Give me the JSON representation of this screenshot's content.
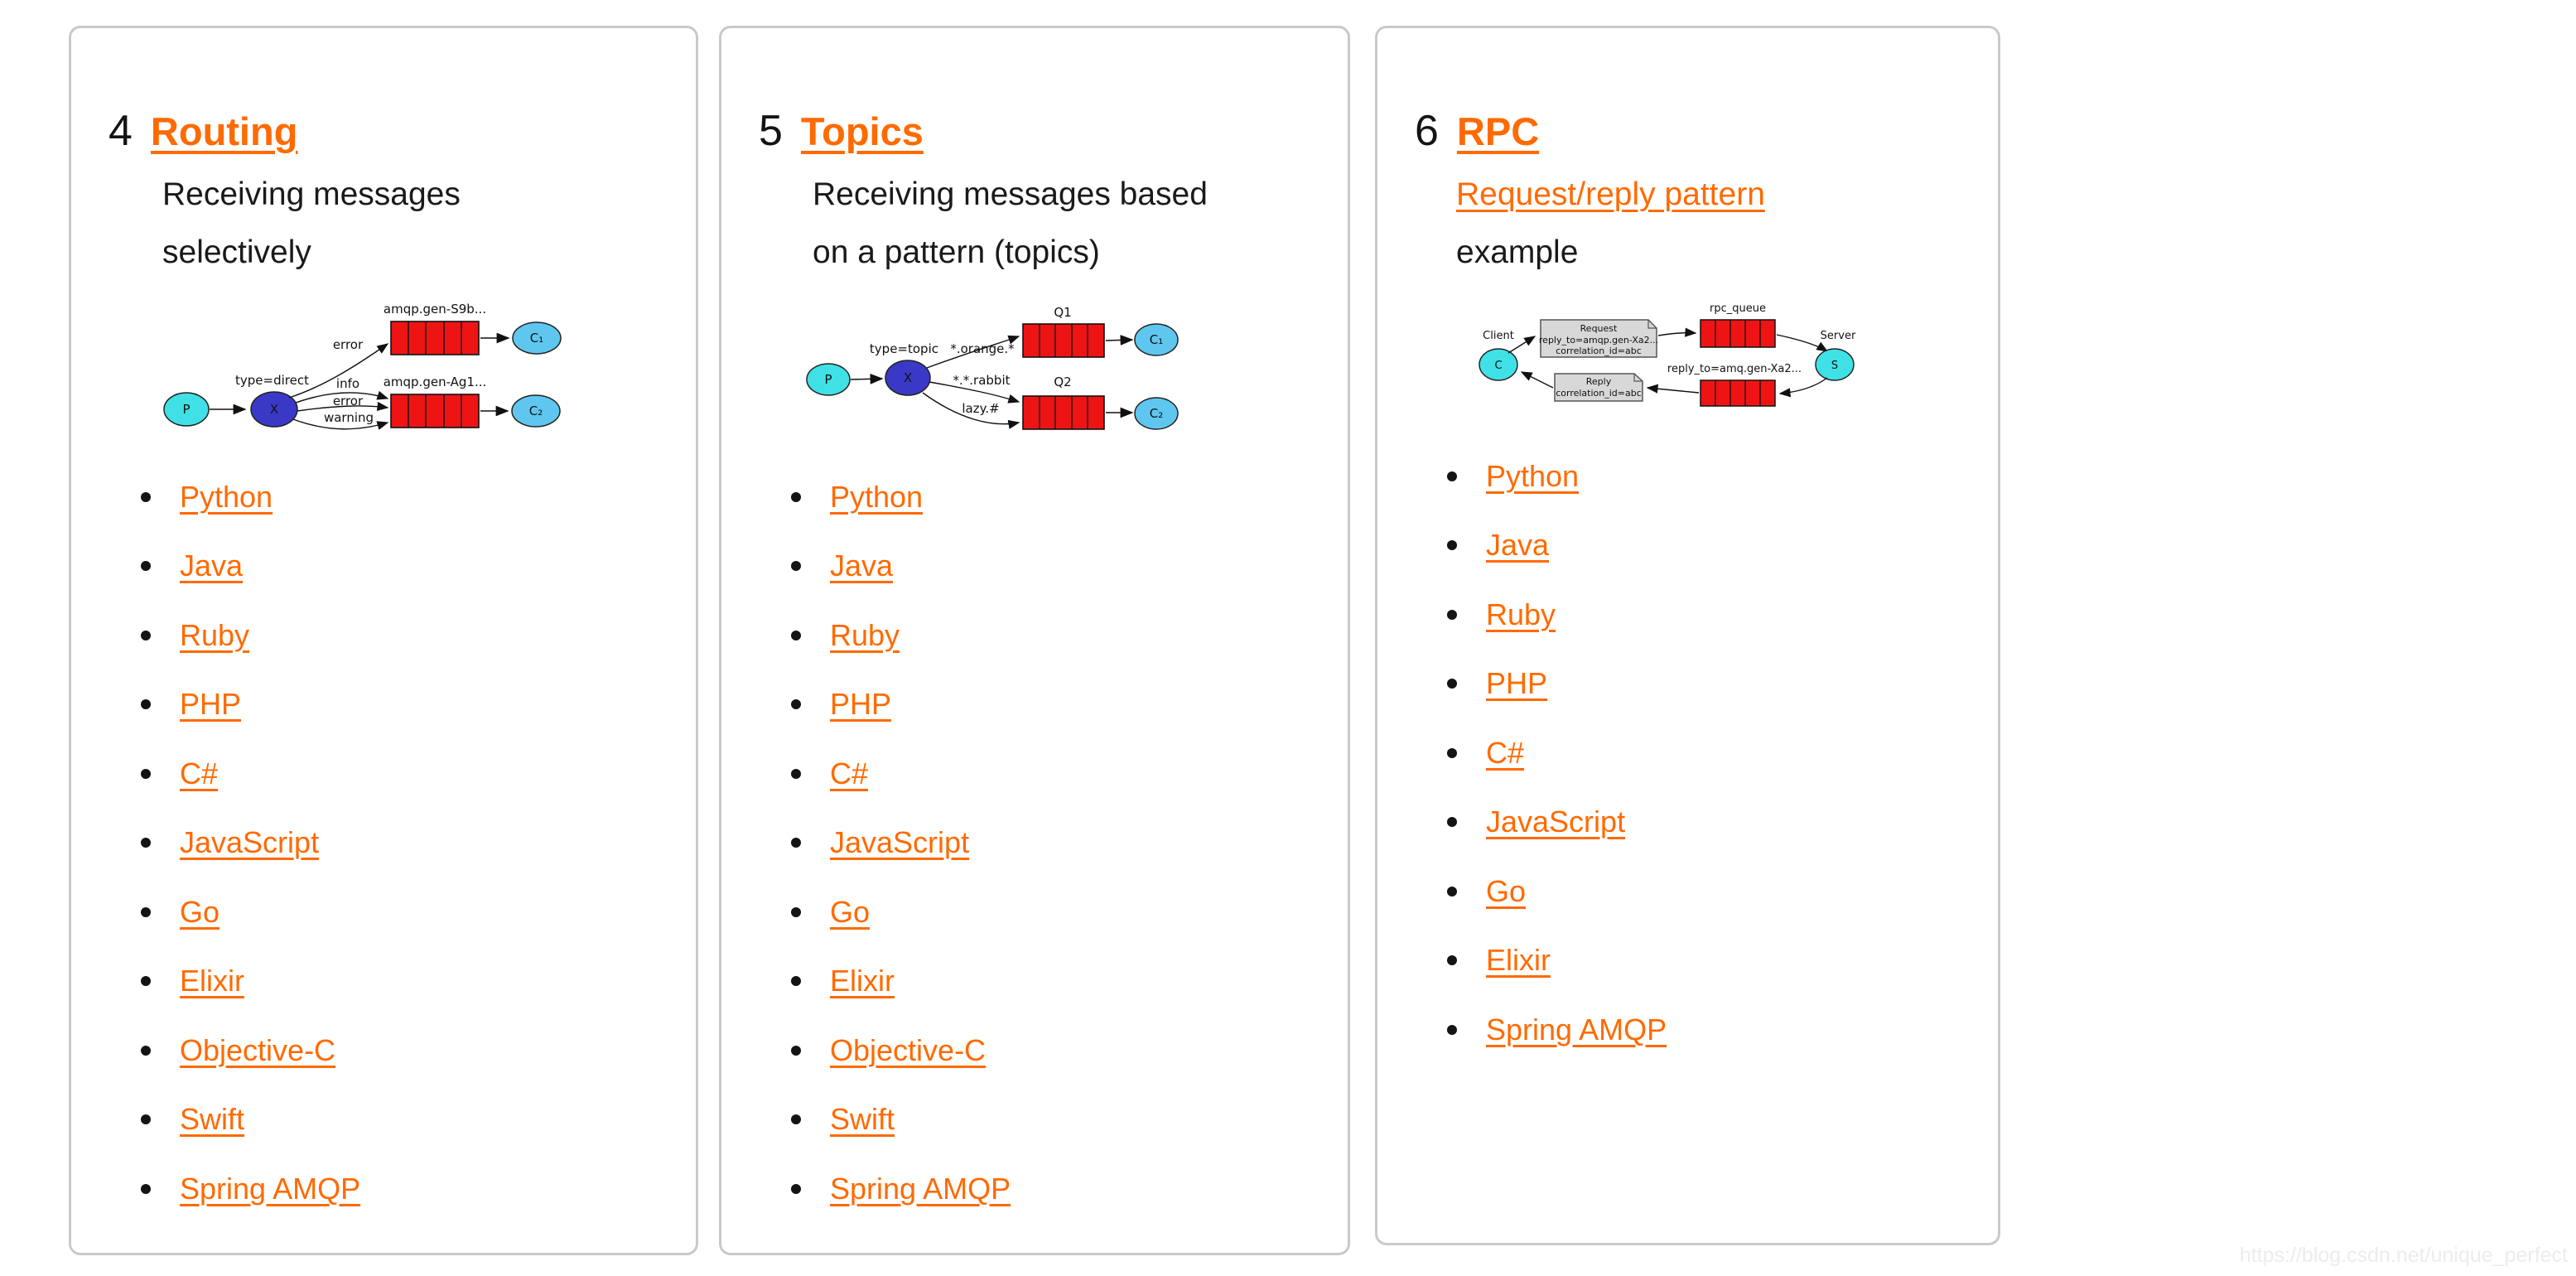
{
  "colors": {
    "accent": "#ff6a00",
    "card_border": "#c9c9c9",
    "producer_cyan": "#3fe1e6",
    "consumer_blue": "#5fc7ef",
    "exchange_blue": "#3a39c7",
    "queue_red": "#ee1414",
    "note_gray": "#d8d8d8",
    "watermark_gray": "#ececec"
  },
  "watermark": "https://blog.csdn.net/unique_perfect",
  "cards": [
    {
      "number": "4",
      "title": "Routing",
      "desc_line1": "Receiving messages",
      "desc_line2": "selectively",
      "languages": [
        "Python",
        "Java",
        "Ruby",
        "PHP",
        "C#",
        "JavaScript",
        "Go",
        "Elixir",
        "Objective-C",
        "Swift",
        "Spring AMQP"
      ],
      "diagram": {
        "producer": "P",
        "exchange": "X",
        "type_label": "type=direct",
        "queue1_label": "amqp.gen-S9b...",
        "queue2_label": "amqp.gen-Ag1...",
        "binding_top": "error",
        "binding_info": "info",
        "binding_error": "error",
        "binding_warning": "warning",
        "consumer1": "C₁",
        "consumer2": "C₂"
      }
    },
    {
      "number": "5",
      "title": "Topics",
      "desc_line1": "Receiving messages based",
      "desc_line2": "on a pattern (topics)",
      "languages": [
        "Python",
        "Java",
        "Ruby",
        "PHP",
        "C#",
        "JavaScript",
        "Go",
        "Elixir",
        "Objective-C",
        "Swift",
        "Spring AMQP"
      ],
      "diagram": {
        "producer": "P",
        "exchange": "X",
        "type_label": "type=topic",
        "queue1_label": "Q1",
        "queue2_label": "Q2",
        "binding_orange": "*.orange.*",
        "binding_rabbit": "*.*.rabbit",
        "binding_lazy": "lazy.#",
        "consumer1": "C₁",
        "consumer2": "C₂"
      }
    },
    {
      "number": "6",
      "title": "RPC",
      "desc_link": "Request/reply pattern",
      "desc_line2": "example",
      "languages": [
        "Python",
        "Java",
        "Ruby",
        "PHP",
        "C#",
        "JavaScript",
        "Go",
        "Elixir",
        "Spring AMQP"
      ],
      "diagram": {
        "client_label": "Client",
        "server_label": "Server",
        "client_node": "C",
        "server_node": "S",
        "queue_label": "rpc_queue",
        "request_title": "Request",
        "request_line2": "reply_to=amqp.gen-Xa2...",
        "request_line3": "correlation_id=abc",
        "mid_label": "reply_to=amq.gen-Xa2...",
        "reply_title": "Reply",
        "reply_line2": "correlation_id=abc"
      }
    }
  ]
}
